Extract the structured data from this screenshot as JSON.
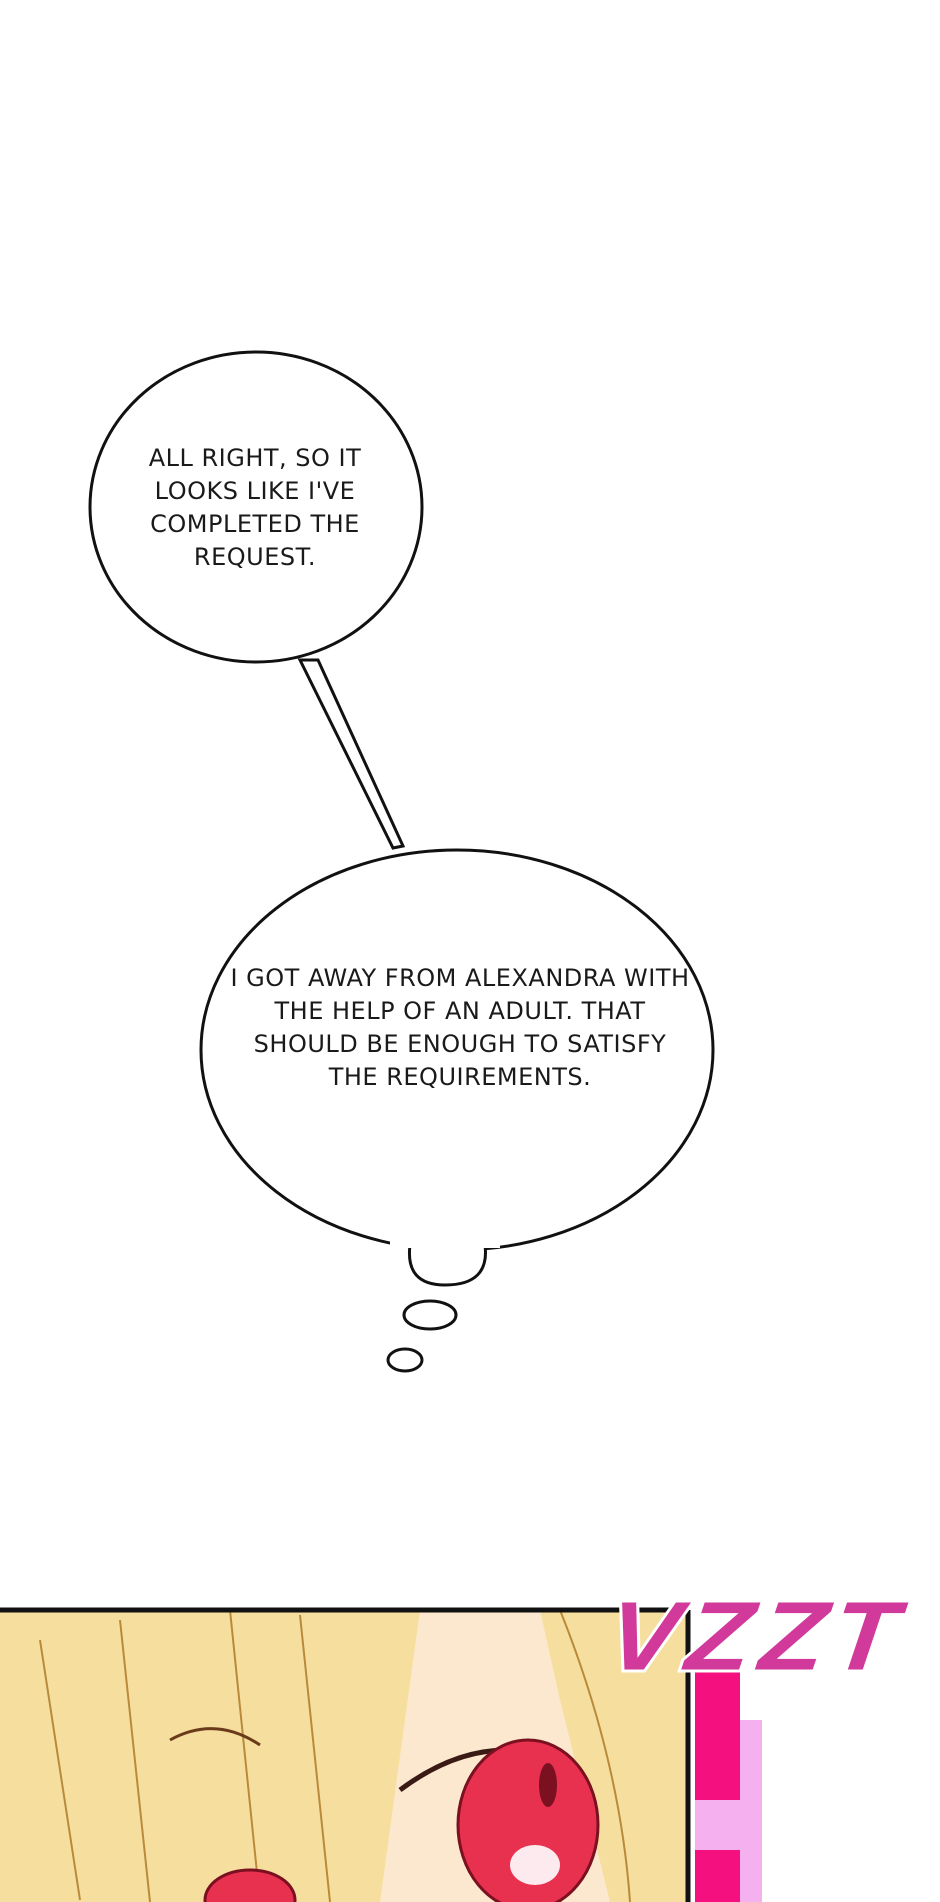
{
  "bubble_top": {
    "text": "All right, so it looks like I've completed the request."
  },
  "bubble_bottom": {
    "text": "I got away from Alexandra with the help of an adult. That should be enough to satisfy the requirements."
  },
  "sound_effect": {
    "text": "VZZT"
  },
  "colors": {
    "hair": "#f6df9e",
    "eye": "#e8304f",
    "sfx": "#d13a9a",
    "glow": "#f5107f"
  }
}
